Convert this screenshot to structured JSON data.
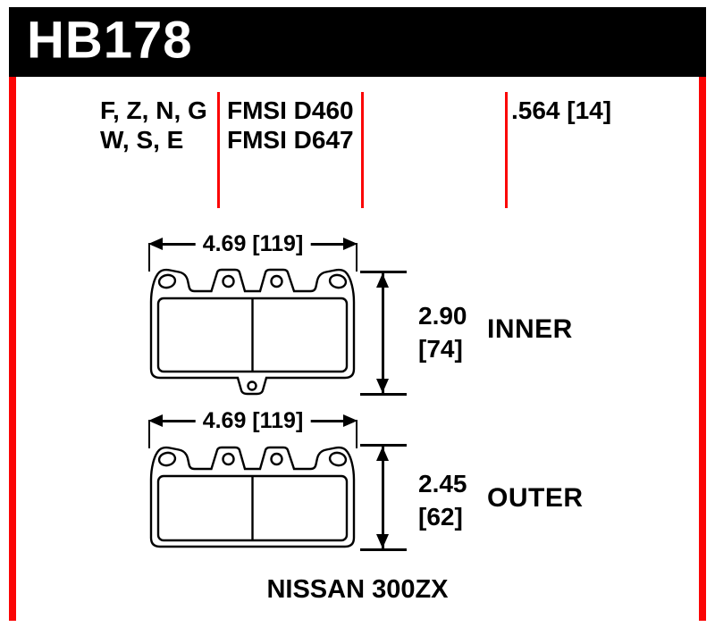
{
  "colors": {
    "header_bg": "#000000",
    "accent_red": "#fb0505"
  },
  "header": {
    "part_number": "HB178"
  },
  "specs": {
    "compounds": [
      "F, Z, N, G",
      "W, S, E"
    ],
    "fmsi": [
      "FMSI D460",
      "FMSI D647"
    ],
    "thickness": ".564 [14]"
  },
  "pads": [
    {
      "label": "INNER",
      "width": "4.69 [119]",
      "height_in": "2.90",
      "height_mm": "[74]"
    },
    {
      "label": "OUTER",
      "width": "4.69 [119]",
      "height_in": "2.45",
      "height_mm": "[62]"
    }
  ],
  "footer": {
    "vehicle": "NISSAN 300ZX"
  }
}
